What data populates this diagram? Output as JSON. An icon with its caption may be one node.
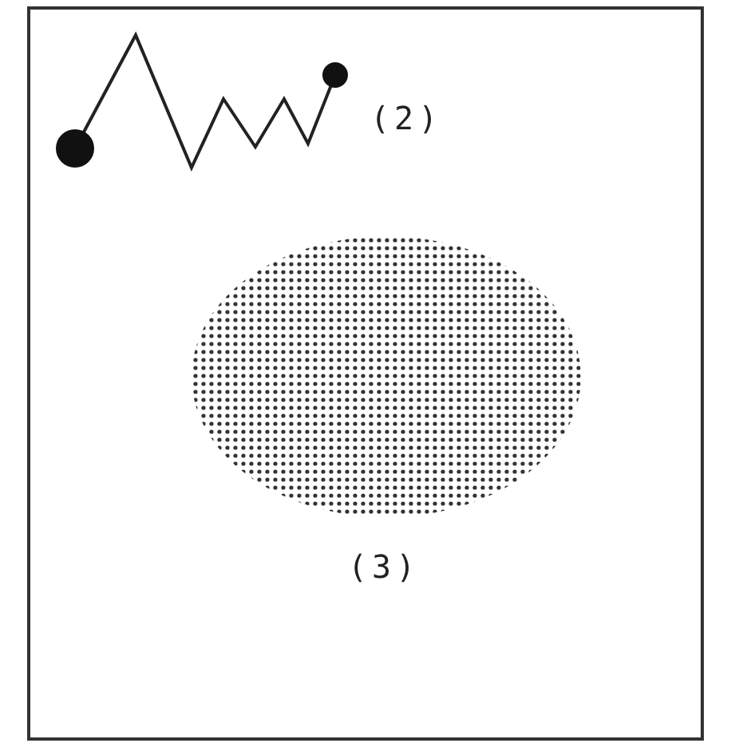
{
  "diagram": {
    "nodes": [
      {
        "text": [],
        "shape": "picture",
        "beside": [
          "(2)"
        ]
      },
      {
        "text": [],
        "shape": "circle",
        "beside": [
          "(3)"
        ]
      }
    ]
  }
}
